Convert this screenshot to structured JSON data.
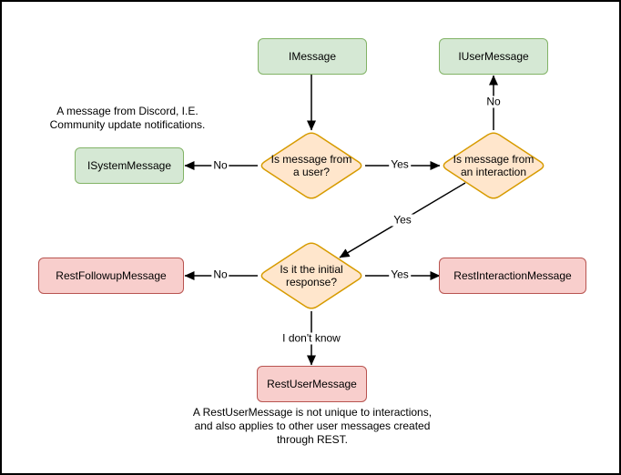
{
  "colors": {
    "background": "#ffffff",
    "canvas_border": "#000000",
    "green_fill": "#d5e8d4",
    "green_stroke": "#82b366",
    "orange_fill": "#ffe6cc",
    "orange_stroke": "#d79b00",
    "pink_fill": "#f8cecc",
    "pink_stroke": "#b85450",
    "edge": "#000000",
    "text": "#000000"
  },
  "nodes": {
    "imessage": "IMessage",
    "iusermessage": "IUserMessage",
    "isystemmessage": "ISystemMessage",
    "restfollowupmessage": "RestFollowupMessage",
    "restinteractionmessage": "RestInteractionMessage",
    "restusermessage": "RestUserMessage"
  },
  "decisions": {
    "is_from_user": "Is message from\na user?",
    "is_from_interaction": "Is message from\nan interaction",
    "is_initial_response": "Is it the initial\nresponse?"
  },
  "edge_labels": {
    "from_user_no": "No",
    "from_user_yes": "Yes",
    "from_interaction_no": "No",
    "from_interaction_yes": "Yes",
    "initial_no": "No",
    "initial_yes": "Yes",
    "initial_unknown": "I don't know"
  },
  "notes": {
    "system_message_note": "A message from Discord, I.E.\nCommunity update notifications.",
    "rest_user_message_note": "A RestUserMessage is not unique to interactions,\nand also applies to other user messages created\nthrough REST."
  }
}
